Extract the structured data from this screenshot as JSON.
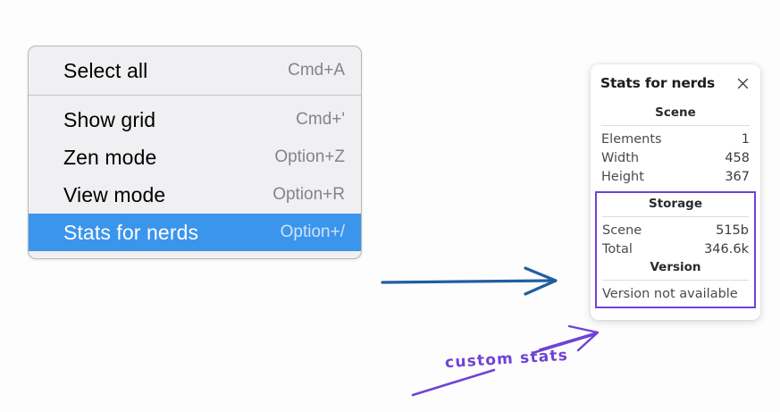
{
  "background_color": "#fdfdfd",
  "context_menu": {
    "name": "canvas-context-menu",
    "background_color": "#f0f0f2",
    "highlight_color": "#3b95ec",
    "groups": [
      {
        "items": [
          {
            "label": "Select all",
            "shortcut": "Cmd+A",
            "selected": false
          }
        ]
      },
      {
        "items": [
          {
            "label": "Show grid",
            "shortcut": "Cmd+'",
            "selected": false
          },
          {
            "label": "Zen mode",
            "shortcut": "Option+Z",
            "selected": false
          },
          {
            "label": "View mode",
            "shortcut": "Option+R",
            "selected": false
          },
          {
            "label": "Stats for nerds",
            "shortcut": "Option+/",
            "selected": true
          }
        ]
      }
    ]
  },
  "stats_panel": {
    "title": "Stats for nerds",
    "close_icon": "close-icon",
    "highlight_color": "#6f42d6",
    "sections": [
      {
        "heading": "Scene",
        "rows": [
          {
            "label": "Elements",
            "value": "1"
          },
          {
            "label": "Width",
            "value": "458"
          },
          {
            "label": "Height",
            "value": "367"
          }
        ]
      },
      {
        "heading": "Storage",
        "highlighted": true,
        "rows": [
          {
            "label": "Scene",
            "value": "515b"
          },
          {
            "label": "Total",
            "value": "346.6k"
          }
        ]
      },
      {
        "heading": "Version",
        "highlighted": true,
        "note": "Version not available",
        "rows": []
      }
    ]
  },
  "annotations": {
    "label": "custom stats",
    "label_color": "#6f42d6",
    "blue_arrow_color": "#1f5fa0",
    "purple_arrow_color": "#6f42d6"
  }
}
